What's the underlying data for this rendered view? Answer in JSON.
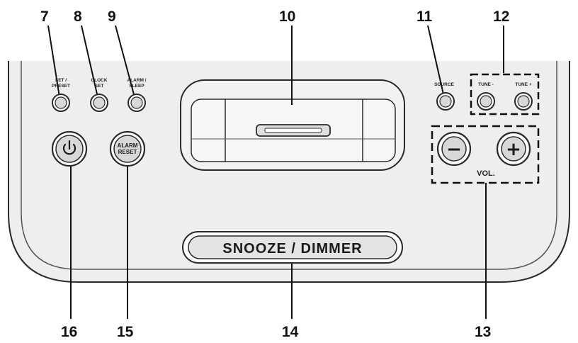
{
  "callouts": {
    "c7": "7",
    "c8": "8",
    "c9": "9",
    "c10": "10",
    "c11": "11",
    "c12": "12",
    "c13": "13",
    "c14": "14",
    "c15": "15",
    "c16": "16"
  },
  "buttons": {
    "set_preset_l1": "SET /",
    "set_preset_l2": "PRESET",
    "clock_set_l1": "CLOCK",
    "clock_set_l2": "SET",
    "alarm_sleep_l1": "ALARM /",
    "alarm_sleep_l2": "SLEEP",
    "source": "SOURCE",
    "tune_minus": "TUNE -",
    "tune_plus": "TUNE +",
    "alarm_reset_l1": "ALARM",
    "alarm_reset_l2": "RESET",
    "vol_minus": "−",
    "vol_plus": "+",
    "vol_label": "VOL.",
    "snooze_dimmer": "SNOOZE / DIMMER"
  },
  "colors": {
    "panel": "#eeeeee",
    "outline": "#2a2a2a",
    "button_fill": "#d8d8d8",
    "background": "#ffffff"
  },
  "icons": {
    "power": "power-icon"
  }
}
